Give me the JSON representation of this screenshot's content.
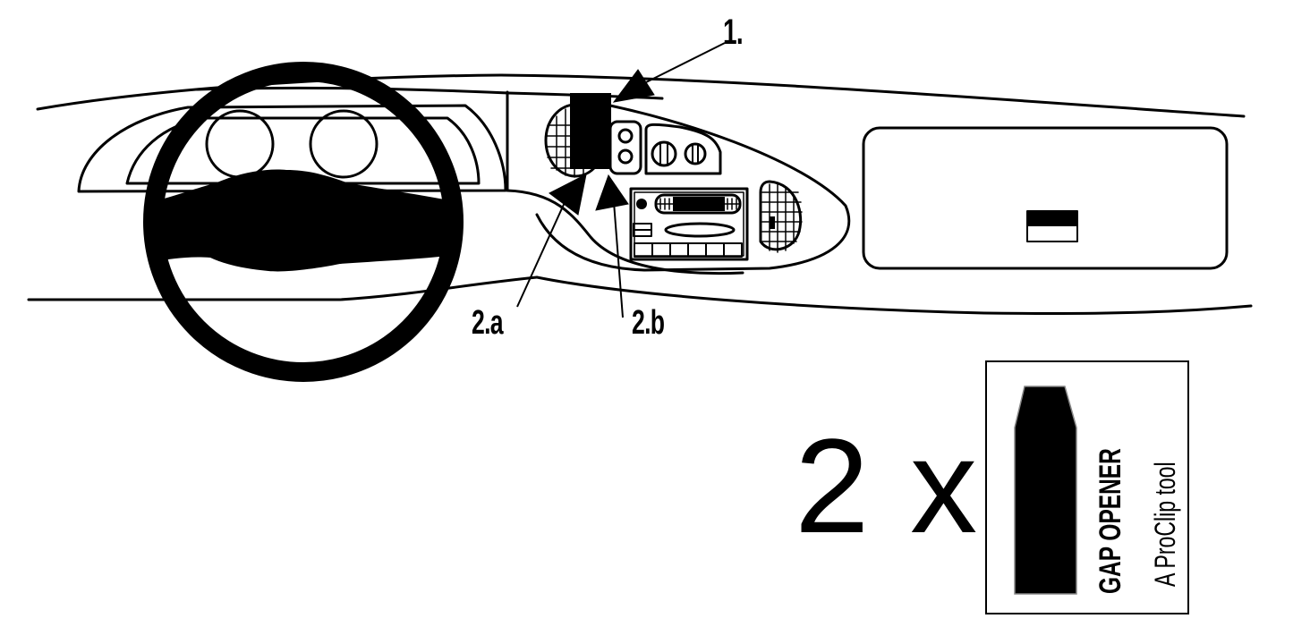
{
  "diagram": {
    "callouts": {
      "step_1": "1.",
      "step_2a": "2.a",
      "step_2b": "2.b"
    },
    "quantity": "2 x",
    "tool": {
      "title": "GAP OPENER",
      "subtitle": "A ProClip tool"
    },
    "colors": {
      "ink": "#000000",
      "background": "#ffffff",
      "tool_outline": "#888888"
    }
  }
}
